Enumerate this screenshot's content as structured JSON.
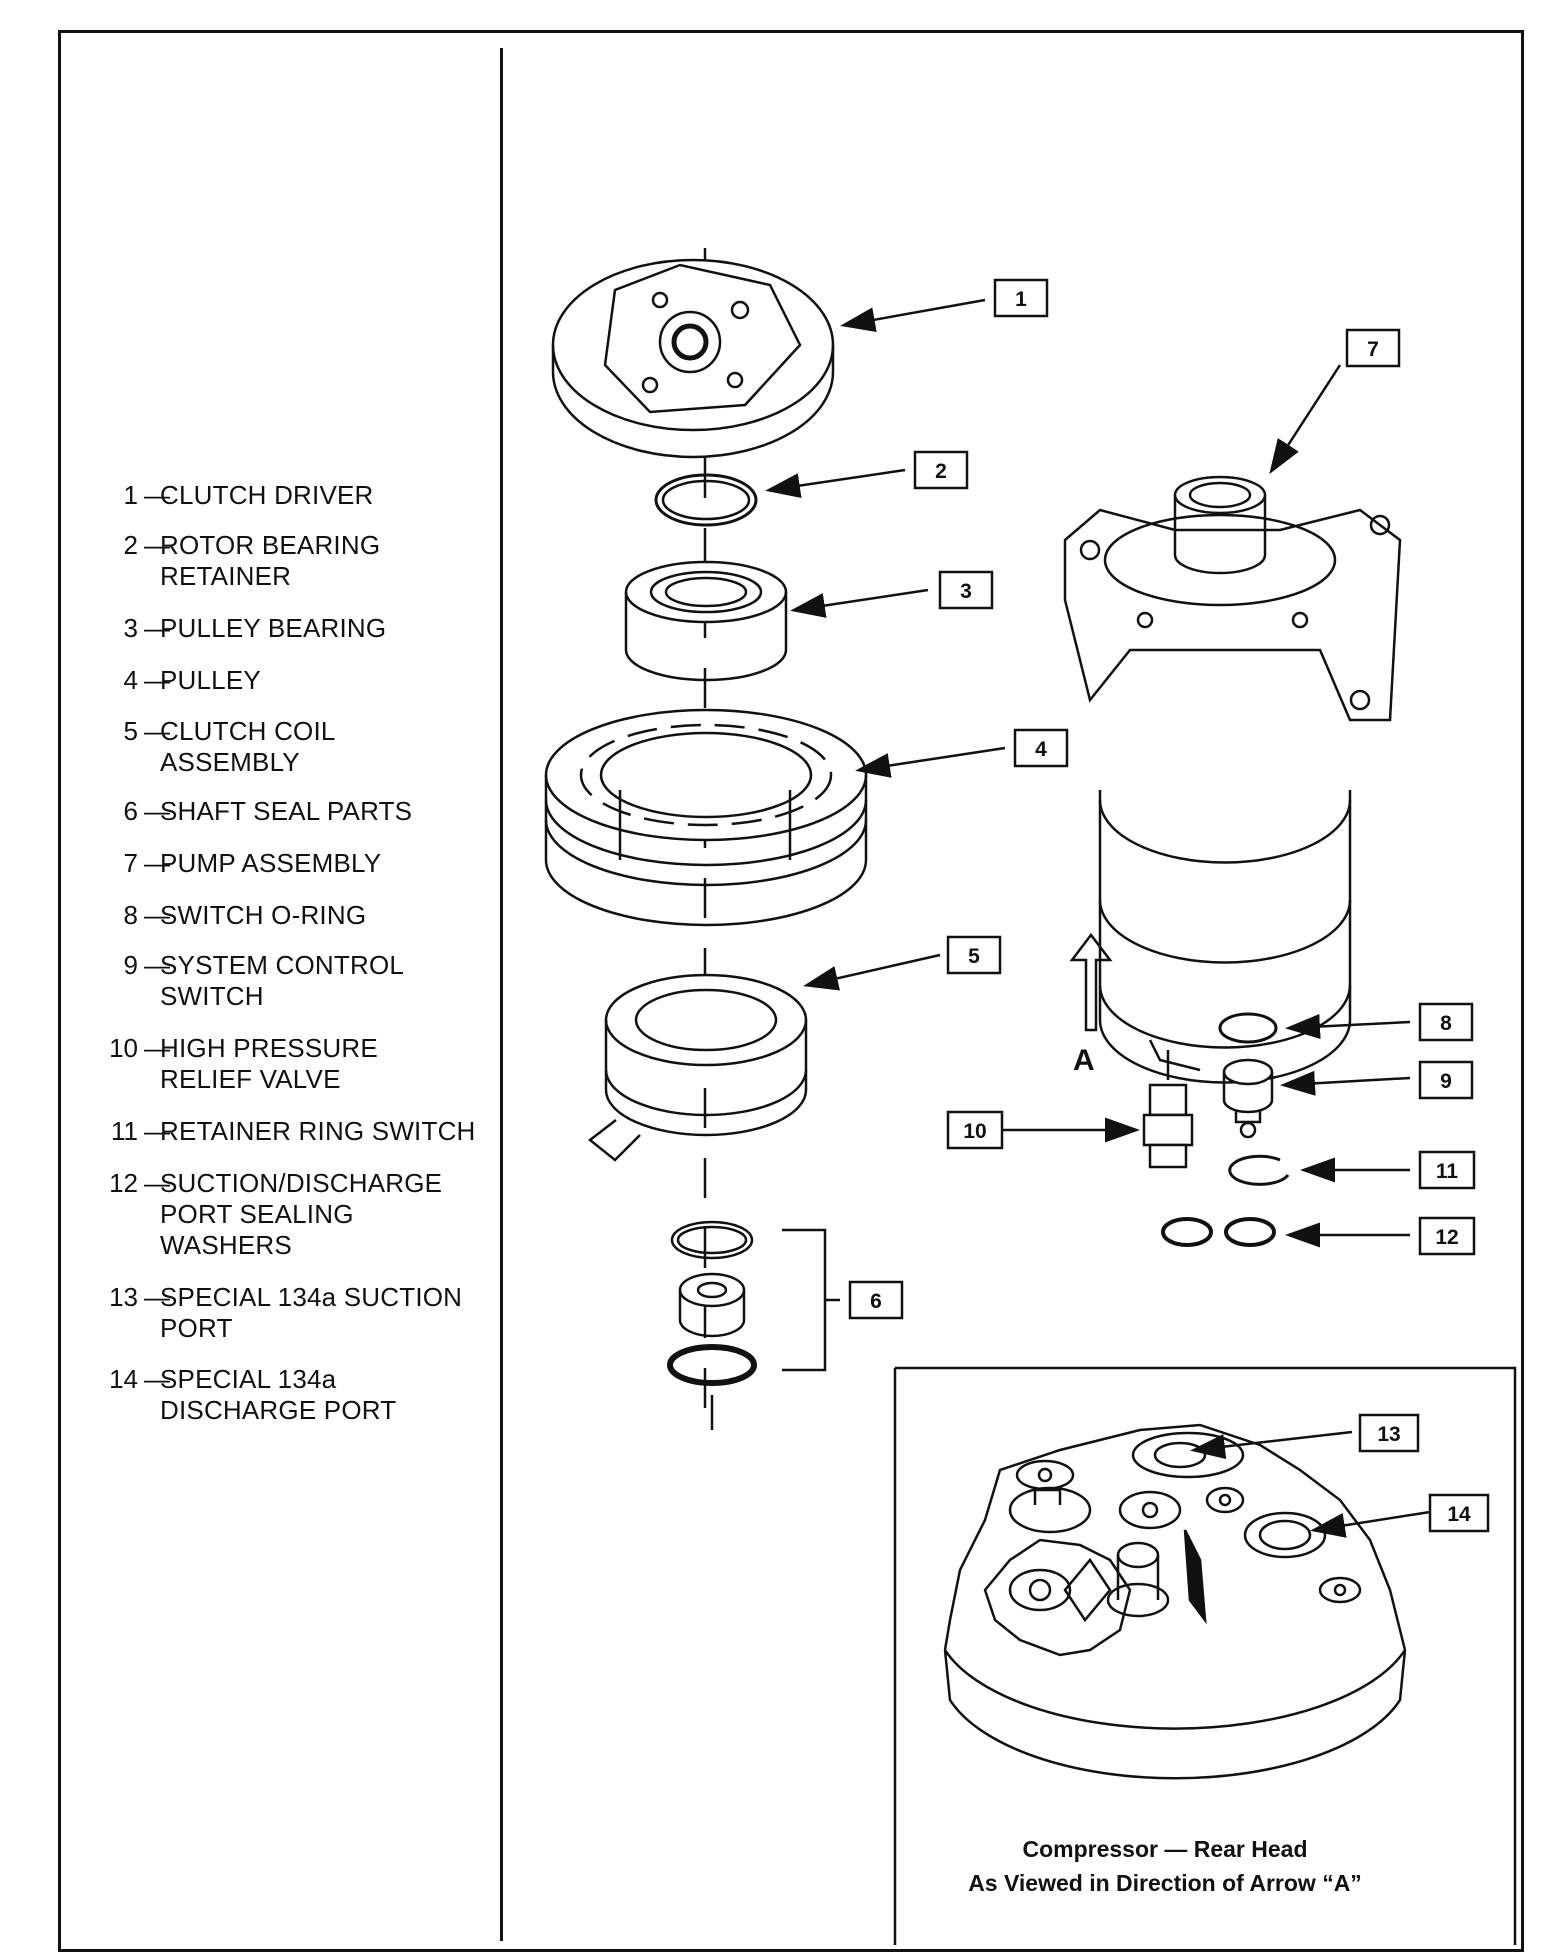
{
  "legend": [
    {
      "num": "1",
      "text": "CLUTCH DRIVER"
    },
    {
      "num": "2",
      "text": "ROTOR BEARING\nRETAINER"
    },
    {
      "num": "3",
      "text": "PULLEY BEARING"
    },
    {
      "num": "4",
      "text": "PULLEY"
    },
    {
      "num": "5",
      "text": "CLUTCH COIL\nASSEMBLY"
    },
    {
      "num": "6",
      "text": "SHAFT SEAL  PARTS"
    },
    {
      "num": "7",
      "text": "PUMP ASSEMBLY"
    },
    {
      "num": "8",
      "text": "SWITCH O-RING"
    },
    {
      "num": "9",
      "text": "SYSTEM CONTROL\nSWITCH"
    },
    {
      "num": "10",
      "text": "HIGH PRESSURE\nRELIEF VALVE"
    },
    {
      "num": "11",
      "text": "RETAINER RING SWITCH"
    },
    {
      "num": "12",
      "text": "SUCTION/DISCHARGE\nPORT SEALING\nWASHERS"
    },
    {
      "num": "13",
      "text": "SPECIAL 134a SUCTION\nPORT"
    },
    {
      "num": "14",
      "text": "SPECIAL 134a\nDISCHARGE PORT"
    }
  ],
  "callouts": [
    "1",
    "2",
    "3",
    "4",
    "5",
    "6",
    "7",
    "8",
    "9",
    "10",
    "11",
    "12",
    "13",
    "14"
  ],
  "view_arrow_label": "A",
  "inset": {
    "caption_line1": "Compressor — Rear Head",
    "caption_line2": "As Viewed in Direction of Arrow “A”"
  }
}
